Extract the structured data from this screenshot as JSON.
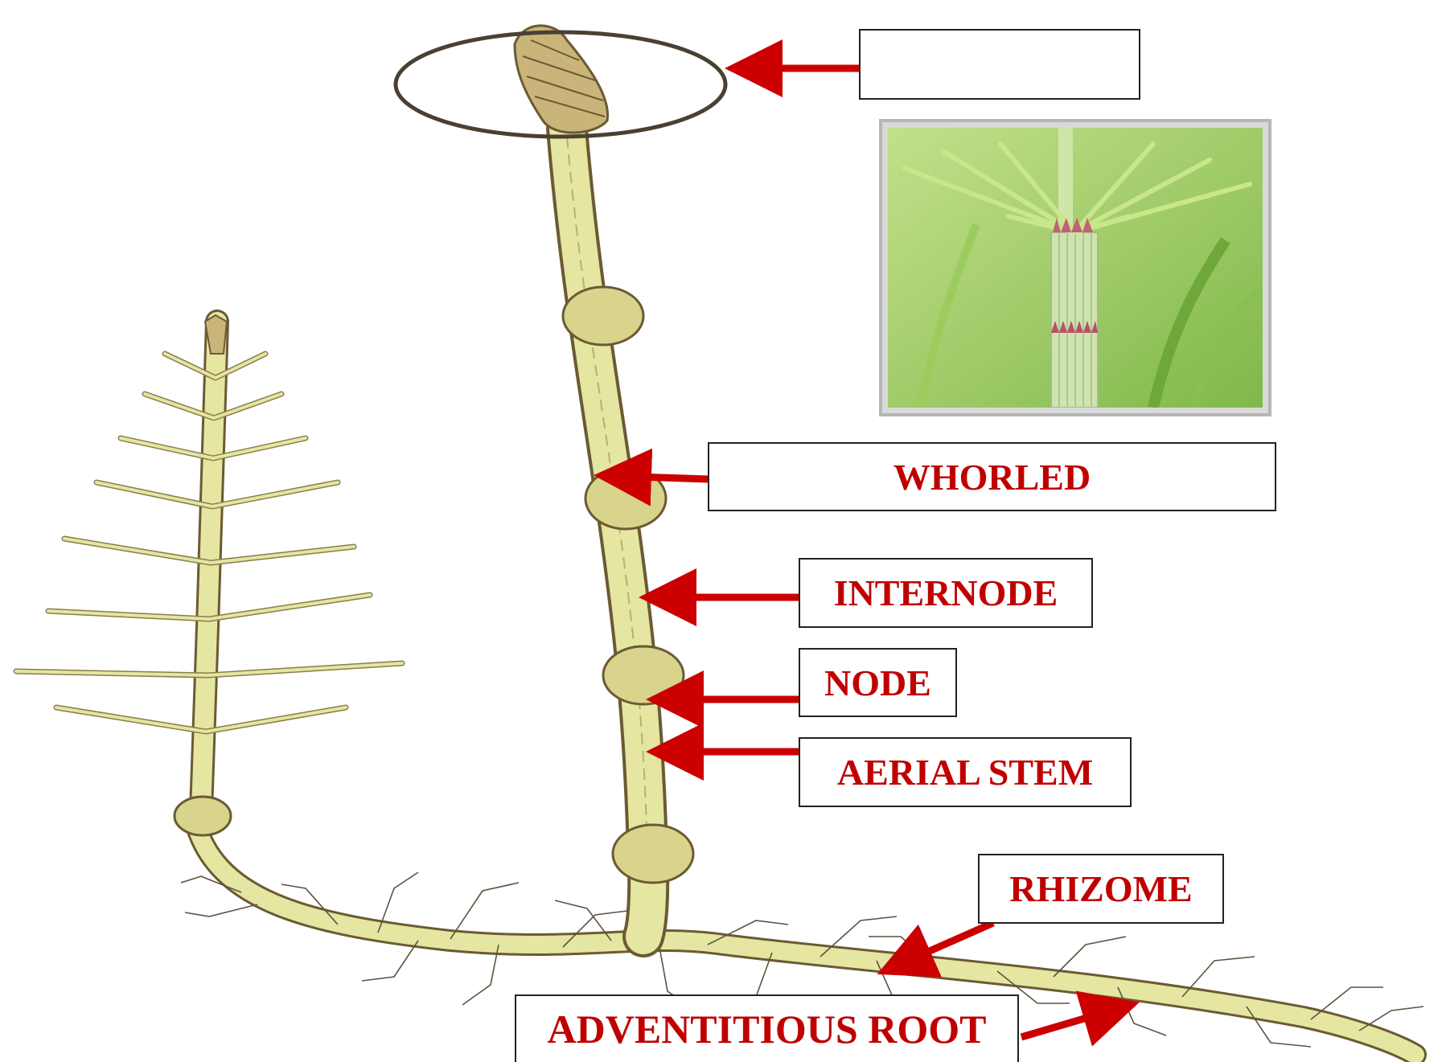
{
  "figure": {
    "labels": {
      "strobilus": "",
      "whorled": "WHORLED",
      "internode": "INTERNODE",
      "node": "NODE",
      "aerial_stem": "AERIAL STEM",
      "rhizome": "RHIZOME",
      "adventitious_root": "ADVENTITIOUS ROOT"
    },
    "colors": {
      "label_text": "#c00000",
      "arrow": "#cc0000",
      "stem_fill": "#e4e6a2",
      "stem_outline": "#6b5a33",
      "photo_background": "#a6cf6e"
    }
  }
}
